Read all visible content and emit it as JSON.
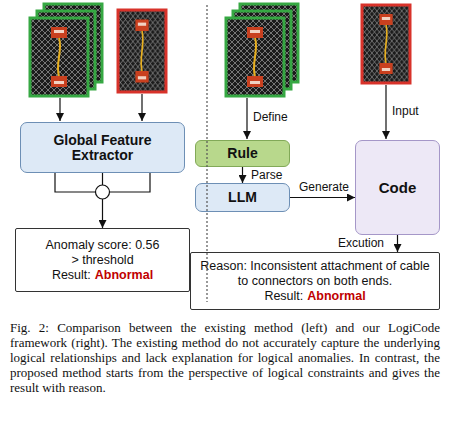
{
  "diagram": {
    "caption": "Fig. 2: Comparison between the existing method (left) and our LogiCode framework (right). The existing method do not accurately capture the underlying logical relationships and lack explanation for logical anomalies. In contrast, the proposed method starts from the perspective of logical constraints and gives the result with reason.",
    "nodes": [
      {
        "text": [
          "Global Feature Extractor"
        ]
      },
      {
        "text": [
          "Anomaly score: 0.56 > threshold",
          "Result:",
          "Abnormal"
        ]
      },
      {
        "text": [
          "Rule"
        ]
      },
      {
        "text": [
          "LLM"
        ]
      },
      {
        "text": [
          "Code"
        ]
      },
      {
        "text": [
          "Reason: Inconsistent attachment of cable to connectors on both ends.",
          "Result:",
          "Abnormal"
        ]
      }
    ],
    "edges": [
      {
        "from": 0,
        "to": 1,
        "arrow": "to"
      },
      {
        "from": 2,
        "to": 3,
        "label": "Parse",
        "arrow": "to"
      },
      {
        "from": 3,
        "to": 4,
        "label": "Generate",
        "arrow": "to"
      },
      {
        "from": 4,
        "to": 5,
        "label": "Excution",
        "arrow": "to"
      }
    ],
    "labels": [
      "Define",
      "Input"
    ]
  }
}
